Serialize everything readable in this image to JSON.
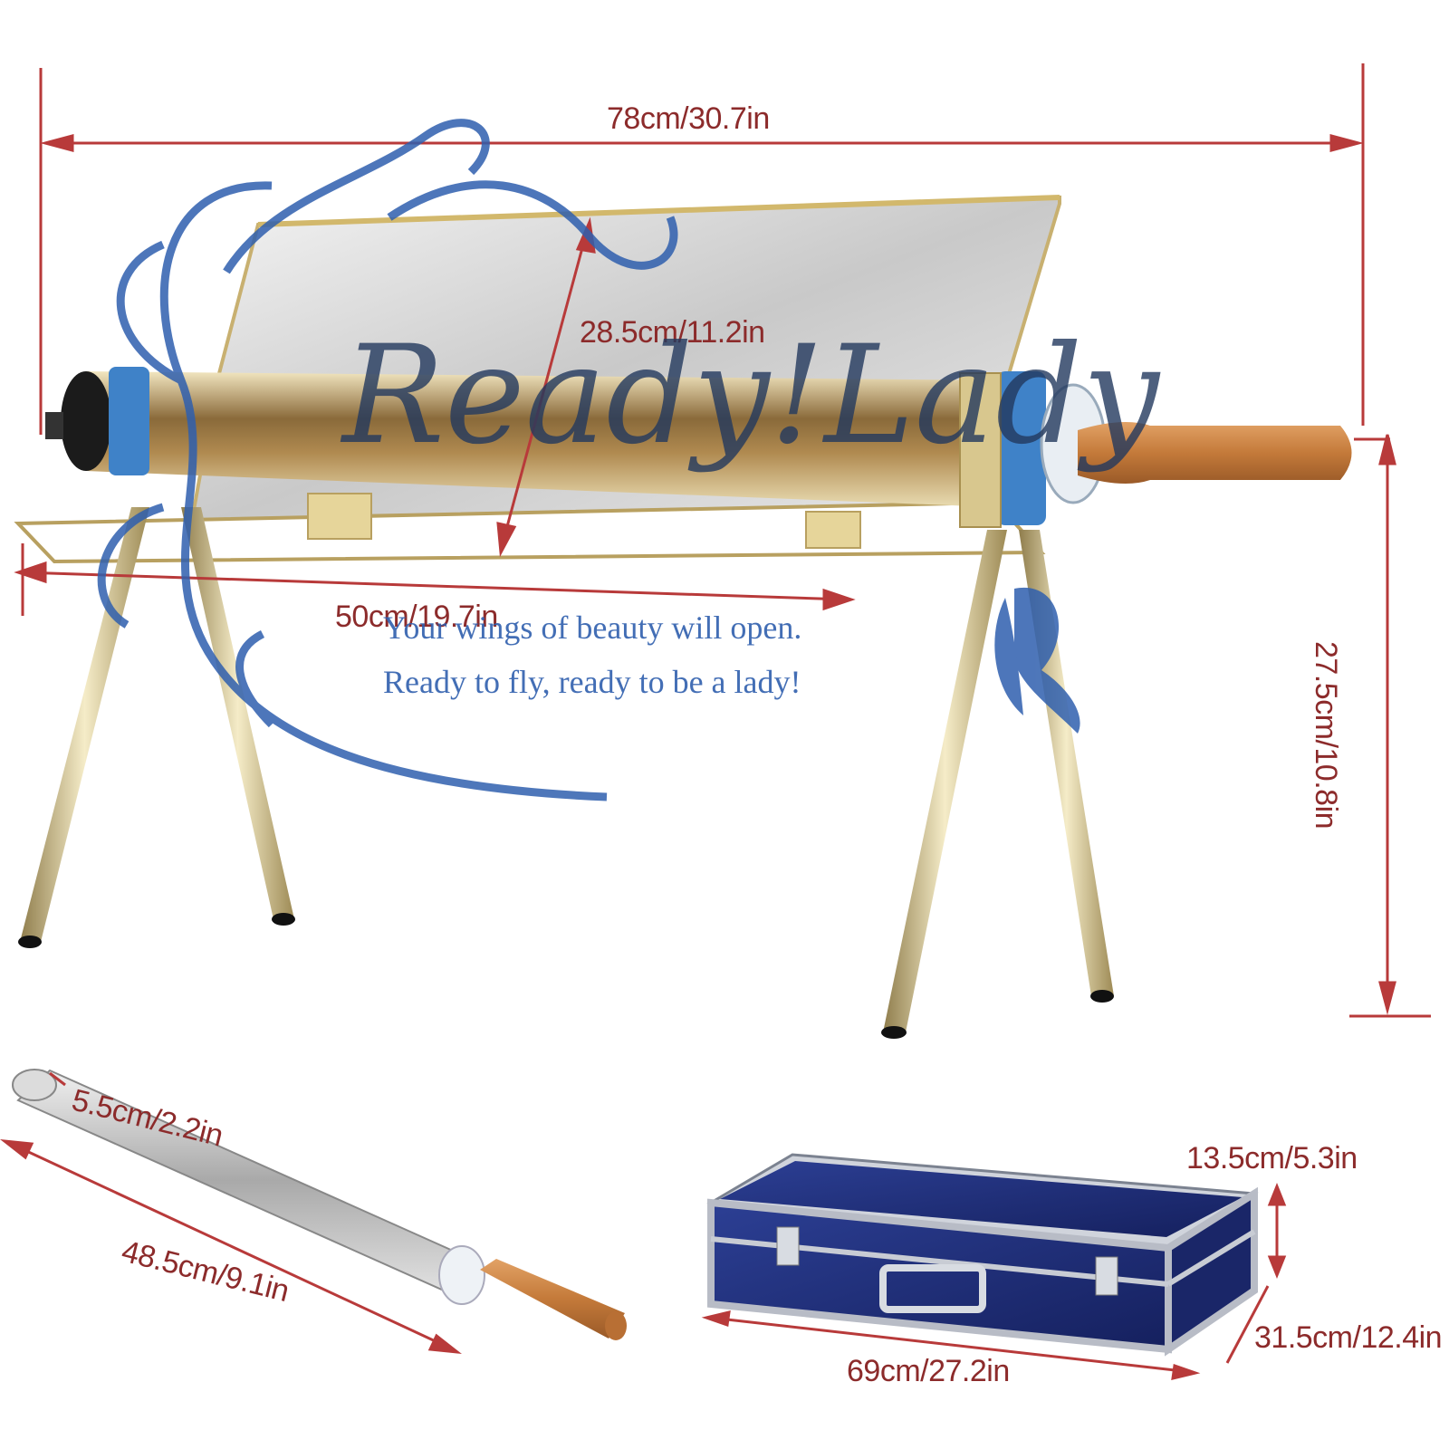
{
  "dimensions": {
    "total_length": "78cm/30.7in",
    "reflector_depth": "28.5cm/11.2in",
    "base_length": "50cm/19.7in",
    "stand_height": "27.5cm/10.8in",
    "tube_diameter": "5.5cm/2.2in",
    "tube_length": "48.5cm/9.1in",
    "case_height": "13.5cm/5.3in",
    "case_depth": "31.5cm/12.4in",
    "case_length": "69cm/27.2in"
  },
  "watermark": {
    "logo": "Ready!Lady",
    "line1": "Your wings of beauty will open.",
    "line2": "Ready to fly, ready to be a lady!"
  },
  "colors": {
    "dimension_line": "#b83a3a",
    "watermark_blue": "#2f5fae",
    "gold_frame": "#c8b070",
    "case_blue": "#1f2f7a"
  }
}
